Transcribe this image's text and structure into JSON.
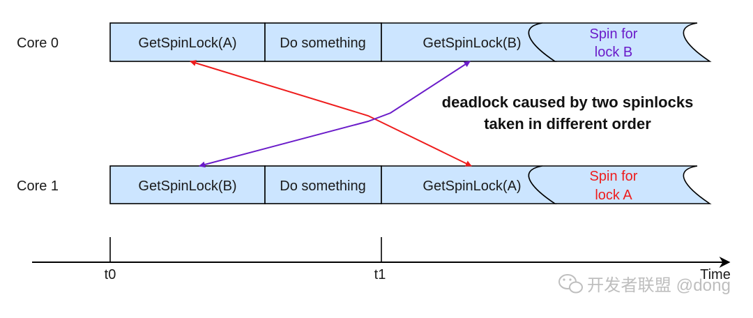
{
  "cores": {
    "core0": {
      "label": "Core 0",
      "segments": [
        "GetSpinLock(A)",
        "Do something",
        "GetSpinLock(B)"
      ],
      "spin": [
        "Spin for",
        "lock B"
      ]
    },
    "core1": {
      "label": "Core 1",
      "segments": [
        "GetSpinLock(B)",
        "Do something",
        "GetSpinLock(A)"
      ],
      "spin": [
        "Spin for",
        "lock A"
      ]
    }
  },
  "annotation": [
    "deadlock caused by two spinlocks",
    "taken in different order"
  ],
  "timeline": {
    "axis_label": "Time",
    "ticks": [
      "t0",
      "t1"
    ]
  },
  "watermark": "开发者联盟 @dong",
  "colors": {
    "box_fill": "#cce5ff",
    "box_stroke": "#000000",
    "arrow_red": "#ee1c1c",
    "arrow_purple": "#6a1bc9"
  },
  "icons": [
    "wechat-icon"
  ]
}
